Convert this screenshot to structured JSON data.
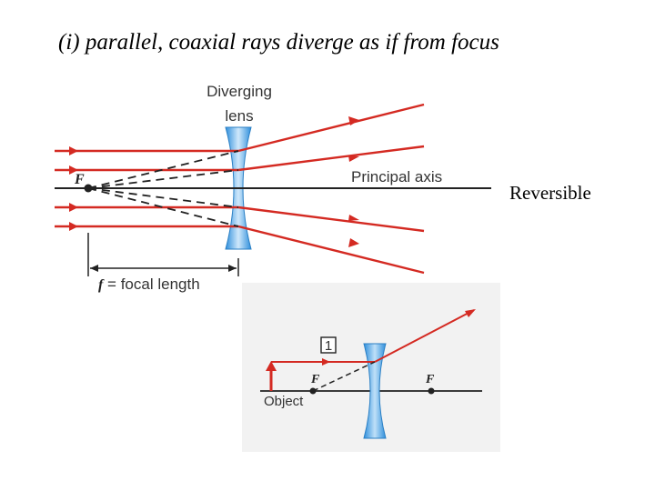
{
  "slide": {
    "title": "(i) parallel, coaxial rays diverge as if from focus",
    "side_note": "Reversible"
  },
  "main_figure": {
    "lens_label_line1": "Diverging",
    "lens_label_line2": "lens",
    "axis_label": "Principal axis",
    "focus_label": "F",
    "focal_length_symbol": "f",
    "focal_length_text": " = focal length"
  },
  "inset_figure": {
    "ray_number": "1",
    "focus_left_label": "F",
    "focus_right_label": "F",
    "object_label": "Object"
  },
  "colors": {
    "ray": "#d42a22",
    "lens": "#3d9be0",
    "axis": "#222222",
    "inset_background": "#f2f2f2"
  }
}
